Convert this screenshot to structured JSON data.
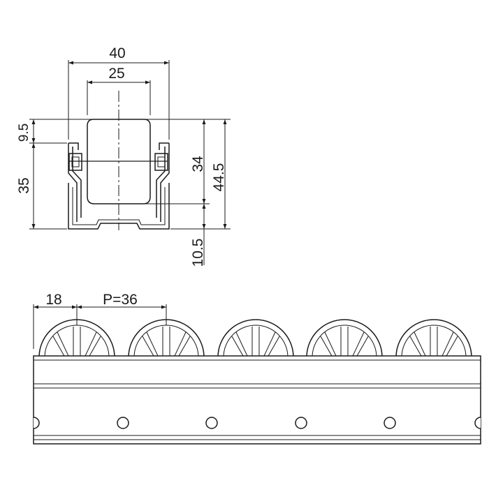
{
  "cross_section": {
    "dim_outer_width": "40",
    "dim_roller_width": "25",
    "dim_top_offset": "9.5",
    "dim_rail_height": "35",
    "dim_roller_to_base": "34",
    "dim_total_height": "44.5",
    "dim_roller_protrusion": "10.5"
  },
  "side_view": {
    "dim_first_offset": "18",
    "dim_pitch": "P=36"
  },
  "colors": {
    "line": "#1a1a1a",
    "background": "#ffffff"
  }
}
